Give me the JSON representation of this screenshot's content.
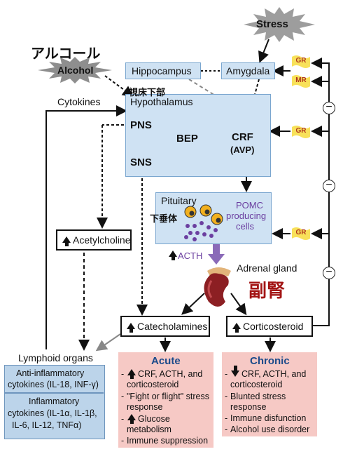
{
  "stress": {
    "label": "Stress"
  },
  "alcohol": {
    "jp_label": "アルコール",
    "label": "Alcohol"
  },
  "hippocampus": {
    "label": "Hippocampus"
  },
  "amygdala": {
    "label": "Amygdala"
  },
  "hypothalamus": {
    "jp_label": "視床下部",
    "label": "Hypothalamus",
    "pns": "PNS",
    "bep": "BEP",
    "sns": "SNS",
    "crf": "CRF",
    "avp": "(AVP)"
  },
  "cytokines": {
    "label": "Cytokines"
  },
  "receptors": {
    "gr1": "GR",
    "mr": "MR",
    "gr2": "GR",
    "gr3": "GR",
    "minus": "−"
  },
  "pituitary": {
    "label": "Pituitary",
    "jp_label": "下垂体",
    "pomc_line1": "POMC",
    "pomc_line2": "producing",
    "pomc_line3": "cells"
  },
  "acetylcholine": {
    "label": "Acetylcholine"
  },
  "acth": {
    "label": "ACTH"
  },
  "adrenal": {
    "label": "Adrenal gland",
    "jp_label": "副腎"
  },
  "catecholamines": {
    "label": "Catecholamines"
  },
  "corticosteroid": {
    "label": "Corticosteroid"
  },
  "lymphoid": {
    "title": "Lymphoid organs",
    "anti_line1": "Anti-inflammatory",
    "anti_line2": "cytokines (IL-18, INF-γ)",
    "infl_line1": "Inflammatory",
    "infl_line2": "cytokines (IL-1α, IL-1β,",
    "infl_line3": "IL-6, IL-12, TNFα)"
  },
  "acute": {
    "title": "Acute",
    "items": [
      {
        "prefix": "-",
        "line1": "CRF, ACTH, and",
        "line2": "corticosteroid"
      },
      {
        "prefix": "-",
        "line1": "\"Fight or flight\" stress",
        "line2": "response"
      },
      {
        "prefix": "-",
        "line1": "Glucose",
        "line2": "metabolism"
      },
      {
        "prefix": "-",
        "line1": "Immune suppression",
        "line2": ""
      }
    ]
  },
  "chronic": {
    "title": "Chronic",
    "items": [
      {
        "prefix": "-",
        "line1": "CRF, ACTH, and",
        "line2": "corticosteroid"
      },
      {
        "prefix": "-",
        "line1": "Blunted stress",
        "line2": "response"
      },
      {
        "prefix": "-",
        "line1": "Immune disfunction",
        "line2": ""
      },
      {
        "prefix": "-",
        "line1": "Alcohol use disorder",
        "line2": ""
      }
    ]
  },
  "colors": {
    "blue_box": "#cfe2f3",
    "pink_box": "#f6c9c5",
    "receptor_yellow": "#f8e15a",
    "receptor_text": "#b0381e",
    "jp_red": "#a31515",
    "purple": "#6b3fa0"
  }
}
